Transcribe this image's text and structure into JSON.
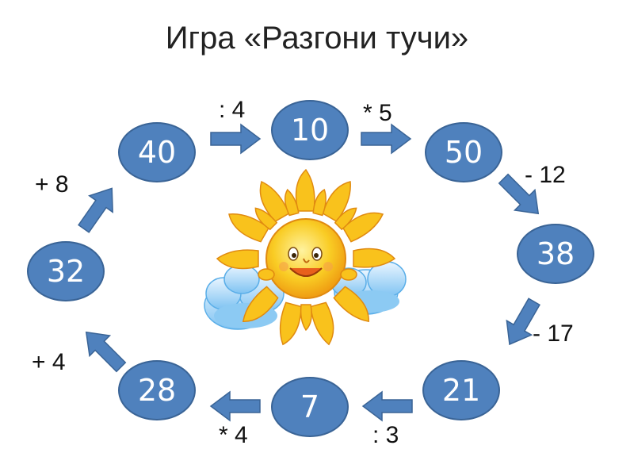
{
  "title": "Игра «Разгони тучи»",
  "colors": {
    "node_fill": "#4f81bd",
    "arrow_fill": "#4f81bd",
    "sun": "#f7c51e"
  },
  "illustration": "sun-with-clouds",
  "nodes": [
    "40",
    "10",
    "50",
    "38",
    "21",
    "7",
    "28",
    "32"
  ],
  "operations": [
    ": 4",
    "* 5",
    "- 12",
    "- 17",
    ": 3",
    "* 4",
    "+ 4",
    "+ 8"
  ]
}
